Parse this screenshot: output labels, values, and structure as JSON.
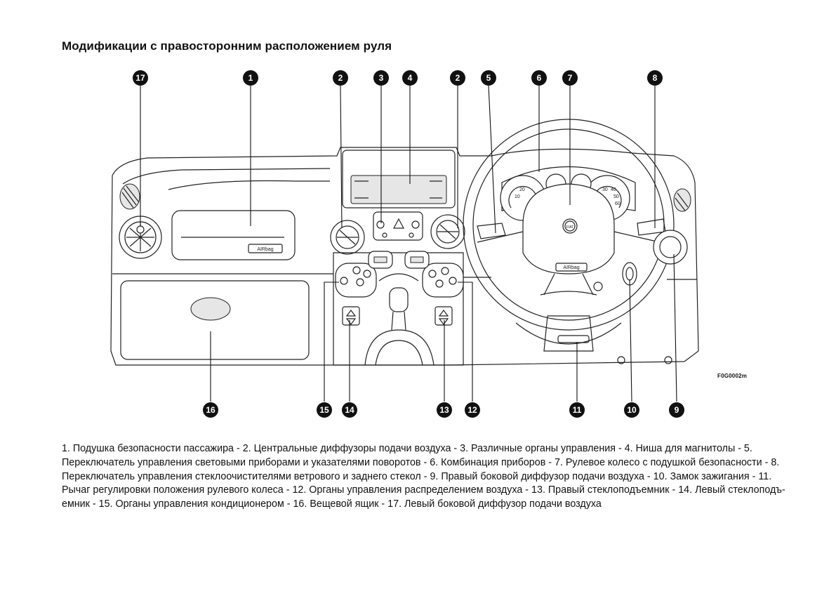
{
  "title": "Модификации с правосторонним расположением руля",
  "figure_code": "F0G0002m",
  "airbag_label": "AIRbag",
  "brand_badge": "FIAT",
  "gauge_numbers": [
    "10",
    "20",
    "30",
    "40",
    "50",
    "60"
  ],
  "callouts": [
    {
      "num": "17",
      "name": "callout-17"
    },
    {
      "num": "1",
      "name": "callout-1"
    },
    {
      "num": "2",
      "name": "callout-2-left"
    },
    {
      "num": "3",
      "name": "callout-3"
    },
    {
      "num": "4",
      "name": "callout-4"
    },
    {
      "num": "2",
      "name": "callout-2-right"
    },
    {
      "num": "5",
      "name": "callout-5"
    },
    {
      "num": "6",
      "name": "callout-6"
    },
    {
      "num": "7",
      "name": "callout-7"
    },
    {
      "num": "8",
      "name": "callout-8"
    },
    {
      "num": "16",
      "name": "callout-16"
    },
    {
      "num": "15",
      "name": "callout-15"
    },
    {
      "num": "14",
      "name": "callout-14"
    },
    {
      "num": "13",
      "name": "callout-13"
    },
    {
      "num": "12",
      "name": "callout-12"
    },
    {
      "num": "11",
      "name": "callout-11"
    },
    {
      "num": "10",
      "name": "callout-10"
    },
    {
      "num": "9",
      "name": "callout-9"
    }
  ],
  "caption": "1. Подушка безопасности пассажира - 2. Центральные диффузоры подачи воздуха - 3. Различные органы управления - 4. Ниша для магнитолы - 5. Переключатель управления световыми приборами и указателями поворотов - 6. Комбинация приборов - 7. Рулевое колесо с подушкой безопасности - 8. Переключатель управления стеклоочистителями ветрового и заднего стекол - 9. Правый боковой диффузор подачи воздуха - 10. Замок зажигания - 11. Рычаг регулировки положения рулевого колеса - 12. Органы управления распределением воздуха - 13. Правый стеклоподъемник - 14. Левый стеклоподъ-емник - 15. Органы управления кондиционером - 16. Вещевой ящик - 17. Левый боковой диффузор подачи воздуха"
}
